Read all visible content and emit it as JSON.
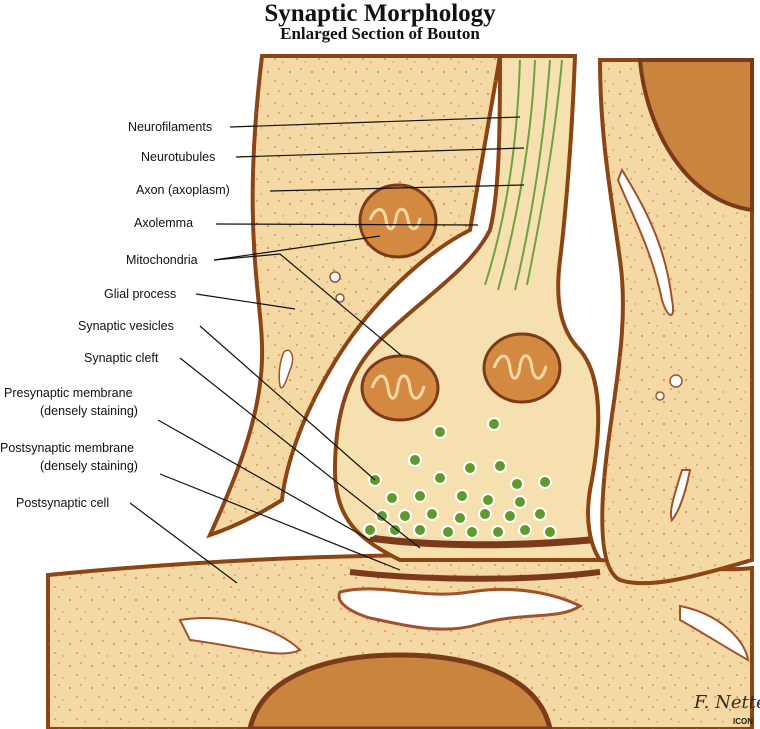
{
  "title": "Synaptic Morphology",
  "subtitle": "Enlarged Section of Bouton",
  "labels": [
    {
      "id": "neurofilaments",
      "text": "Neurofilaments"
    },
    {
      "id": "neurotubules",
      "text": "Neurotubules"
    },
    {
      "id": "axon",
      "text": "Axon (axoplasm)"
    },
    {
      "id": "axolemma",
      "text": "Axolemma"
    },
    {
      "id": "mitochondria",
      "text": "Mitochondria"
    },
    {
      "id": "glial-process",
      "text": "Glial process"
    },
    {
      "id": "synaptic-vesicles",
      "text": "Synaptic vesicles"
    },
    {
      "id": "synaptic-cleft",
      "text": "Synaptic cleft"
    },
    {
      "id": "presynaptic-membrane",
      "lines": [
        "Presynaptic membrane",
        "(densely staining)"
      ]
    },
    {
      "id": "postsynaptic-membrane",
      "lines": [
        "Postsynaptic membrane",
        "(densely staining)"
      ]
    },
    {
      "id": "postsynaptic-cell",
      "text": "Postsynaptic cell"
    }
  ],
  "signature": "F. Netter M.D.",
  "logo_text": "ICON",
  "colors": {
    "cytoplasm": "#F5D9A4",
    "membrane": "#A0522D",
    "dark_membrane": "#7B3A1A",
    "mitochondrion": "#D38A40",
    "vesicle_fill": "#5E9A2E",
    "filament_green": "#6FA040",
    "nucleus": "#C9843E"
  }
}
